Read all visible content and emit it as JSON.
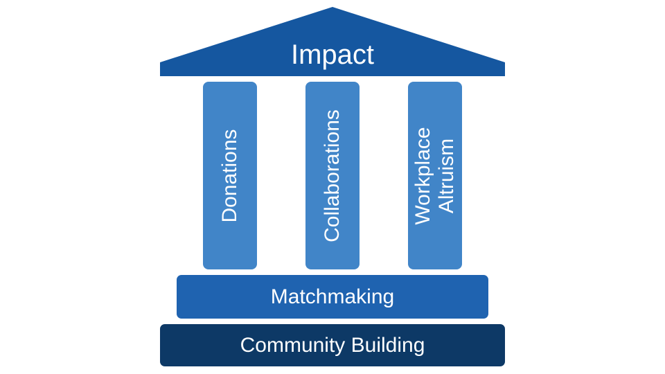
{
  "roof": {
    "label": "Impact",
    "color": "#1557a0"
  },
  "pillars": [
    {
      "label": "Donations"
    },
    {
      "label": "Collaborations"
    },
    {
      "label": "Workplace\nAltruism"
    }
  ],
  "pillar_color": "#4185c8",
  "step": {
    "label": "Matchmaking",
    "color": "#1f63b0"
  },
  "base": {
    "label": "Community Building",
    "color": "#0d3966"
  }
}
